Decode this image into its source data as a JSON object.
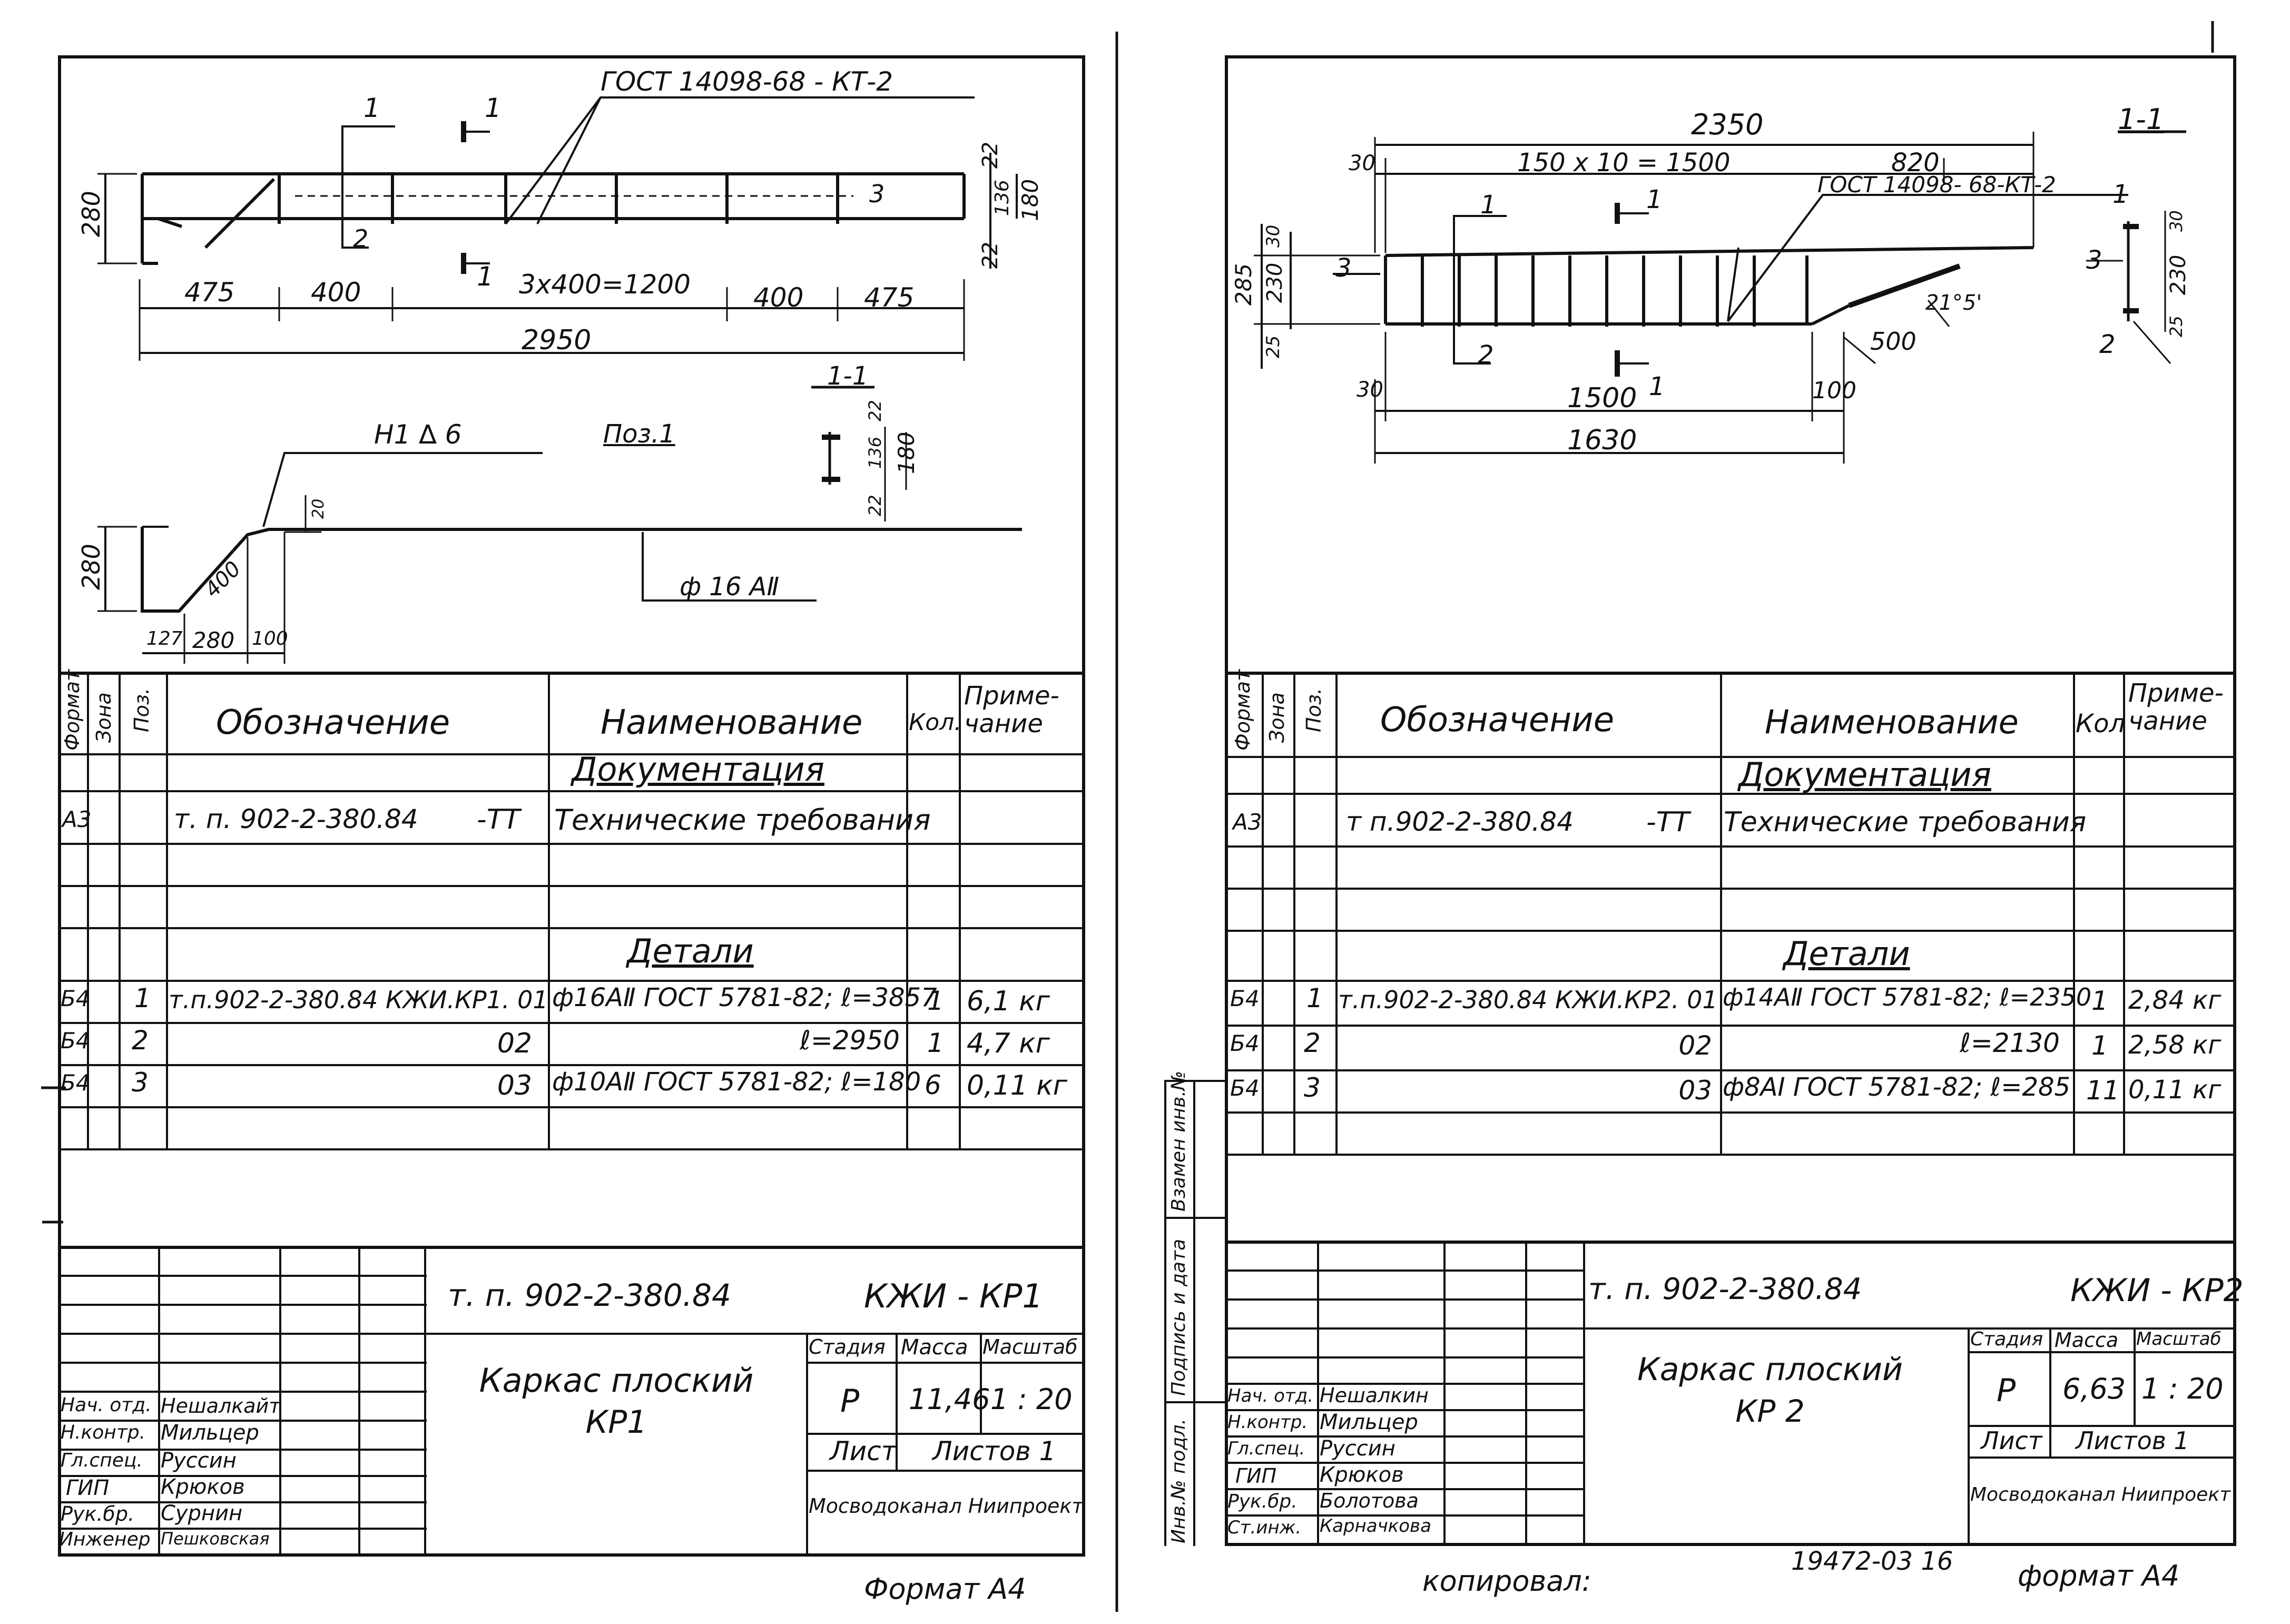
{
  "left": {
    "drawing1": {
      "gost": "ГОСТ 14098-68 - КТ-2",
      "sec1a": "1",
      "sec1b": "1",
      "sec1c": "1",
      "sec1d": "1",
      "pos2": "2",
      "pos3": "3",
      "h280": "280",
      "d22a": "22",
      "d22b": "22",
      "d136": "136",
      "d180": "180",
      "dim475a": "475",
      "dim400a": "400",
      "dim1200": "3х400=1200",
      "dim400b": "400",
      "dim475b": "475",
      "total": "2950"
    },
    "section": {
      "title": "1-1",
      "d22a": "22",
      "d136": "136",
      "d22b": "22",
      "d180": "180"
    },
    "drawing2": {
      "weld": "Н1 ∆ 6",
      "pos": "Поз.1",
      "rebar": "ф 16 АⅡ",
      "h280": "280",
      "d400": "400",
      "d127": "127",
      "d280": "280",
      "d100": "100",
      "d20": "20"
    },
    "spec": {
      "headers": {
        "format": "Формат",
        "zone": "Зона",
        "pos": "Поз.",
        "designation": "Обозначение",
        "name": "Наименование",
        "qty": "Кол.",
        "note": "Приме-чание"
      },
      "section_doc": "Документация",
      "row_doc": {
        "format": "А3",
        "designation": "т. п. 902-2-380.84",
        "suffix": "-ТТ",
        "name": "Технические требования"
      },
      "section_parts": "Детали",
      "rows": [
        {
          "format": "Б4",
          "pos": "1",
          "designation": "т.п.902-2-380.84 КЖИ.КР1. 01",
          "name": "ф16АⅡ ГОСТ 5781-82; ℓ=3857",
          "qty": "1",
          "note": "6,1 кг"
        },
        {
          "format": "Б4",
          "pos": "2",
          "designation": "02",
          "name": "ℓ=2950",
          "qty": "1",
          "note": "4,7 кг"
        },
        {
          "format": "Б4",
          "pos": "3",
          "designation": "03",
          "name": "ф10АⅡ ГОСТ 5781-82; ℓ=180",
          "qty": "6",
          "note": "0,11 кг"
        }
      ]
    },
    "title_block": {
      "code": "т. п. 902-2-380.84",
      "mark": "КЖИ - КР1",
      "title": "Каркас плоский",
      "subtitle": "КР1",
      "stage_h": "Стадия",
      "mass_h": "Масса",
      "scale_h": "Масштаб",
      "stage": "Р",
      "mass": "11,46",
      "scale": "1 : 20",
      "sheet_h": "Лист",
      "sheets_h": "Листов 1",
      "org": "Мосводоканал Ниипроект",
      "people": [
        {
          "role": "Нач. отд.",
          "name": "Нешалкайт"
        },
        {
          "role": "Н.контр.",
          "name": "Мильцер"
        },
        {
          "role": "Гл.спец.",
          "name": "Руссин"
        },
        {
          "role": "ГИП",
          "name": "Крюков"
        },
        {
          "role": "Рук.бр.",
          "name": "Сурнин"
        },
        {
          "role": "Инженер",
          "name": "Пешковская"
        }
      ]
    },
    "format": "Формат А4"
  },
  "right": {
    "drawing1": {
      "sec": "1-1",
      "total": "2350",
      "d30a": "30",
      "d1500": "150 х 10 = 1500",
      "d820": "820",
      "gost": "ГОСТ 14098- 68-КТ-2",
      "sec1a": "1",
      "sec1b": "1",
      "sec1c": "1",
      "sec1d": "1",
      "sec1e": "1",
      "pos3a": "3",
      "pos3b": "3",
      "pos2a": "2",
      "pos2b": "2",
      "d285": "285",
      "d230": "230",
      "d30b": "30",
      "d25": "25",
      "d230r": "230",
      "d30r": "30",
      "d25r": "25",
      "angle": "21°5'",
      "d500": "500",
      "d30c": "30",
      "d1500b": "1500",
      "d100": "100",
      "d1630": "1630"
    },
    "spec": {
      "headers": {
        "format": "Формат",
        "zone": "Зона",
        "pos": "Поз.",
        "designation": "Обозначение",
        "name": "Наименование",
        "qty": "Кол",
        "note": "Приме-чание"
      },
      "section_doc": "Документация",
      "row_doc": {
        "format": "А3",
        "designation": "т п.902-2-380.84",
        "suffix": "-ТТ",
        "name": "Технические требования"
      },
      "section_parts": "Детали",
      "rows": [
        {
          "format": "Б4",
          "pos": "1",
          "designation": "т.п.902-2-380.84 КЖИ.КР2. 01",
          "name": "ф14АⅡ ГОСТ 5781-82; ℓ=2350",
          "qty": "1",
          "note": "2,84 кг"
        },
        {
          "format": "Б4",
          "pos": "2",
          "designation": "02",
          "name": "ℓ=2130",
          "qty": "1",
          "note": "2,58 кг"
        },
        {
          "format": "Б4",
          "pos": "3",
          "designation": "03",
          "name": "ф8АⅠ ГОСТ 5781-82; ℓ=285",
          "qty": "11",
          "note": "0,11 кг"
        }
      ]
    },
    "title_block": {
      "code": "т. п. 902-2-380.84",
      "mark": "КЖИ - КР2",
      "title": "Каркас плоский",
      "subtitle": "КР 2",
      "stage_h": "Стадия",
      "mass_h": "Масса",
      "scale_h": "Масштаб",
      "stage": "Р",
      "mass": "6,63",
      "scale": "1 : 20",
      "sheet_h": "Лист",
      "sheets_h": "Листов 1",
      "org": "Мосводоканал Ниипроект",
      "people": [
        {
          "role": "Нач. отд.",
          "name": "Нешалкин"
        },
        {
          "role": "Н.контр.",
          "name": "Мильцер"
        },
        {
          "role": "Гл.спец.",
          "name": "Руссин"
        },
        {
          "role": "ГИП",
          "name": "Крюков"
        },
        {
          "role": "Рук.бр.",
          "name": "Болотова"
        },
        {
          "role": "Ст.инж.",
          "name": "Карначкова"
        }
      ]
    },
    "side": {
      "a": "Взамен инв.№",
      "b": "Подпись и дата",
      "c": "Инв.№ подл."
    },
    "copied": "копировал:",
    "doc_no": "19472-03 16",
    "format": "формат А4"
  }
}
